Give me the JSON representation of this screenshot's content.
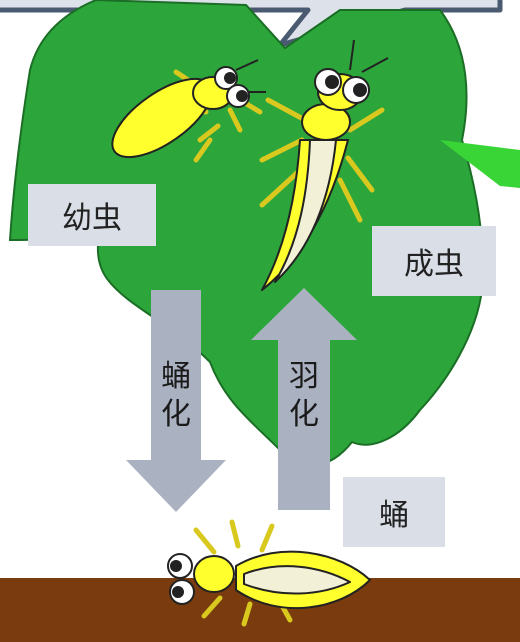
{
  "labels": {
    "larva": "幼虫",
    "adult": "成虫",
    "pupa": "蛹"
  },
  "arrows": {
    "pupation": [
      "蛹",
      "化"
    ],
    "emergence": [
      "羽",
      "化"
    ]
  },
  "colors": {
    "leaf": "#2ca53b",
    "leaf_stroke": "#1b6e25",
    "insect_body": "#ffff2e",
    "insect_outline": "#222222",
    "arrow": "#aab2c2",
    "label_bg": "#d9dee7",
    "soil": "#7a3c0e",
    "bubble_fill": "#dde2ea",
    "bubble_stroke": "#4a5a70"
  }
}
